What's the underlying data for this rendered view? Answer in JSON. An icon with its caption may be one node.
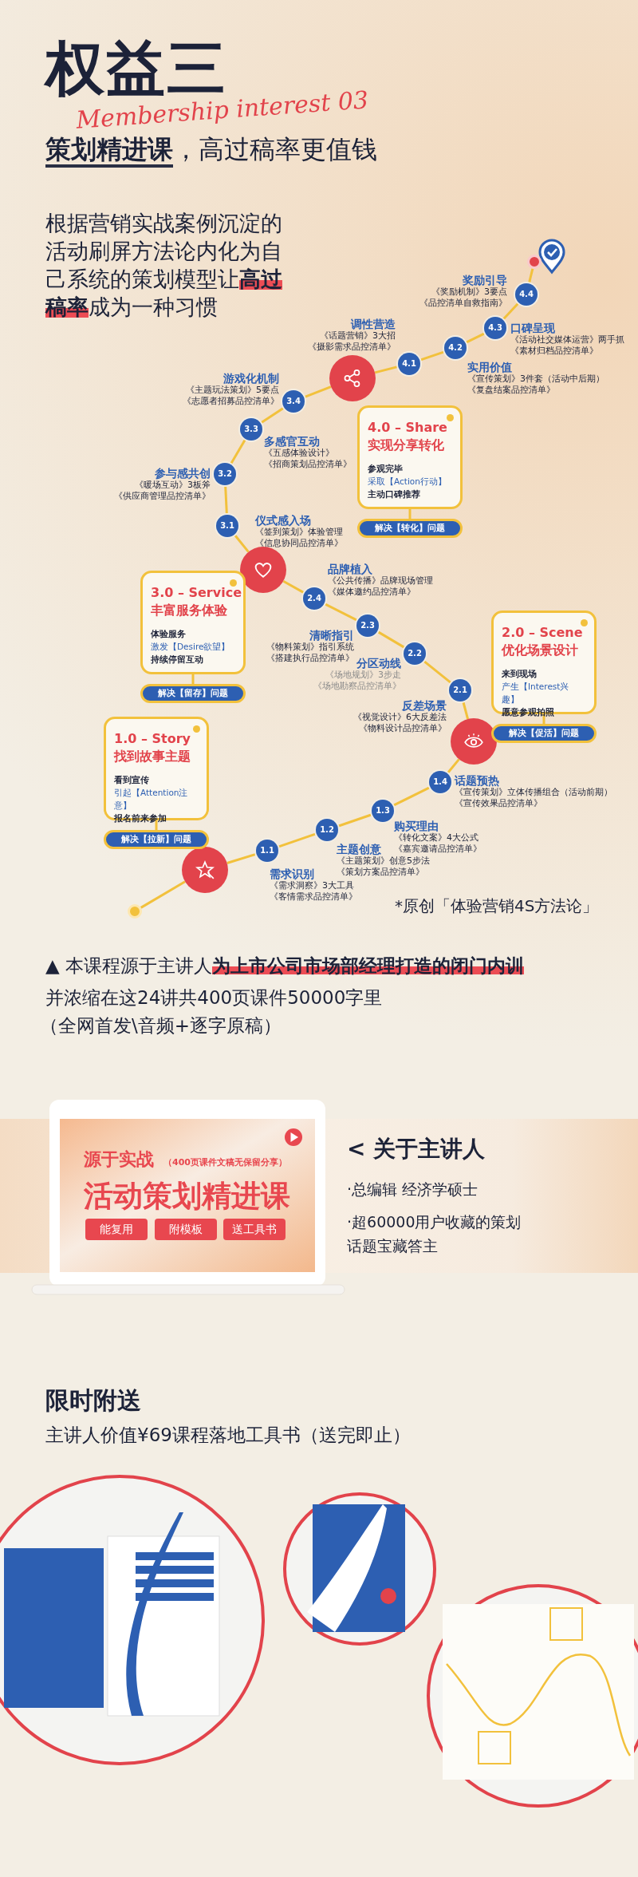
{
  "diagram": {
    "title": "权益三",
    "nodes": [
      {
        "text": [],
        "shape": "circle"
      },
      {
        "text": [],
        "shape": "circle"
      },
      {
        "text": [
          "1.1"
        ],
        "beside": [
          "需求识别",
          "《需求洞察》3大工具",
          "《客情需求品控清单》"
        ]
      },
      {
        "text": [
          "1.2"
        ],
        "beside": [
          "主题创意",
          "《主题策划》创意5步法",
          "《策划方案品控清单》"
        ]
      },
      {
        "text": [
          "1.3"
        ],
        "beside": [
          "购买理由",
          "《转化文案》4大公式",
          "《嘉宾邀请品控清单》"
        ]
      },
      {
        "text": [
          "1.4"
        ],
        "beside": [
          "话题预热",
          "《宣传策划》立体传播组合（活动前期）",
          "《宣传效果品控清单》"
        ]
      },
      {
        "text": [],
        "shape": "circle"
      },
      {
        "text": [
          "2.1"
        ],
        "beside": [
          "反差场景",
          "《视觉设计》6大反差法",
          "《物料设计品控清单》"
        ]
      },
      {
        "text": [
          "2.2"
        ],
        "beside": [
          "分区动线",
          "《场地规划》3步走",
          "《场地勘察品控清单》"
        ]
      },
      {
        "text": [
          "2.3"
        ],
        "beside": [
          "清晰指引",
          "《物料策划》指引系统",
          "《搭建执行品控清单》"
        ]
      },
      {
        "text": [
          "2.4"
        ],
        "beside": [
          "品牌植入",
          "《公共传播》品牌现场管理",
          "《媒体邀约品控清单》"
        ]
      },
      {
        "text": [],
        "shape": "circle"
      },
      {
        "text": [
          "3.1"
        ],
        "beside": [
          "仪式感入场",
          "《签到策划》体验管理",
          "《信息协同品控清单》"
        ]
      },
      {
        "text": [
          "3.2"
        ],
        "beside": [
          "参与感共创",
          "《暖场互动》3板斧",
          "《供应商管理品控清单》"
        ]
      },
      {
        "text": [
          "3.3"
        ],
        "beside": [
          "多感官互动",
          "《五感体验设计》",
          "《招商策划品控清单》"
        ]
      },
      {
        "text": [
          "3.4"
        ],
        "beside": [
          "游戏化机制",
          "《主题玩法策划》5要点",
          "《志愿者招募品控清单》"
        ]
      },
      {
        "text": [],
        "shape": "circle"
      },
      {
        "text": [
          "4.1"
        ],
        "beside": [
          "调性营造",
          "《话题营销》3大招",
          "《摄影需求品控清单》"
        ]
      },
      {
        "text": [
          "4.2"
        ],
        "beside": [
          "实用价值",
          "《宣传策划》3件套（活动中后期）",
          "《复盘结案品控清单》"
        ]
      },
      {
        "text": [
          "4.3"
        ],
        "beside": [
          "口碑呈现",
          "《活动社交媒体运营》两手抓",
          "《素材归档品控清单》"
        ]
      },
      {
        "text": [
          "4.4"
        ],
        "beside": [
          "奖励引导",
          "《奖励机制》3要点",
          "《品控清单自救指南》"
        ]
      },
      {
        "text": [],
        "shape": "circle"
      },
      {
        "text": [
          "1.0 – Story",
          "找到故事主题",
          "看到宣传",
          "引起【Attention注意】",
          "报名前来参加"
        ]
      },
      {
        "text": [
          "解决【拉新】问题"
        ]
      },
      {
        "text": [
          "2.0 – Scene",
          "优化场景设计",
          "来到现场",
          "产生【Interest兴趣】",
          "愿意参观拍照"
        ]
      },
      {
        "text": [
          "解决【促活】问题"
        ]
      },
      {
        "text": [
          "3.0 – Service",
          "丰富服务体验",
          "体验服务",
          "激发【Desire欲望】",
          "持续停留互动"
        ]
      },
      {
        "text": [
          "解决【留存】问题"
        ]
      },
      {
        "text": [
          "4.0 – Share",
          "实现分享转化",
          "参观完毕",
          "采取【Action行动】",
          "主动口碑推荐"
        ]
      },
      {
        "text": [
          "解决【转化】问题"
        ]
      }
    ],
    "edges": [
      {
        "from": 0,
        "to": 1,
        "arrow": "none"
      },
      {
        "from": 1,
        "to": 2,
        "arrow": "none"
      },
      {
        "from": 2,
        "to": 3,
        "arrow": "none"
      },
      {
        "from": 3,
        "to": 4,
        "arrow": "none"
      },
      {
        "from": 4,
        "to": 5,
        "arrow": "none"
      },
      {
        "from": 5,
        "to": 6,
        "arrow": "none"
      },
      {
        "from": 6,
        "to": 7,
        "arrow": "none"
      },
      {
        "from": 7,
        "to": 8,
        "arrow": "none"
      },
      {
        "from": 8,
        "to": 9,
        "arrow": "none"
      },
      {
        "from": 9,
        "to": 10,
        "arrow": "none"
      },
      {
        "from": 10,
        "to": 11,
        "arrow": "none"
      },
      {
        "from": 11,
        "to": 12,
        "arrow": "none"
      },
      {
        "from": 12,
        "to": 13,
        "arrow": "none"
      },
      {
        "from": 13,
        "to": 14,
        "arrow": "none"
      },
      {
        "from": 14,
        "to": 15,
        "arrow": "none"
      },
      {
        "from": 15,
        "to": 16,
        "arrow": "none"
      },
      {
        "from": 16,
        "to": 17,
        "arrow": "none"
      },
      {
        "from": 17,
        "to": 18,
        "arrow": "none"
      },
      {
        "from": 18,
        "to": 19,
        "arrow": "none"
      },
      {
        "from": 19,
        "to": 20,
        "arrow": "none"
      },
      {
        "from": 20,
        "to": 21,
        "arrow": "none"
      },
      {
        "from": 22,
        "to": 23,
        "arrow": "none"
      },
      {
        "from": 24,
        "to": 25,
        "arrow": "none"
      },
      {
        "from": 26,
        "to": 27,
        "arrow": "none"
      },
      {
        "from": 28,
        "to": 29,
        "arrow": "none"
      }
    ],
    "labels": [
      "Membership interest 03",
      "**策划精进课**，高过稿率更值钱",
      "根据营销实战案例沉淀的活动刷屏方法论内化为自己系统的策划模型让**高过稿率**成为一种习惯",
      "*原创「体验营销4S方法论」",
      "▲ 本课程源于主讲人**为上市公司市场部经理打造的闭门内训**并浓缩在这24讲共400页课件50000字里",
      "（全网首发\\音频+逐字原稿）",
      "源于实战",
      "（400页课件文稿无保留分享）",
      "活动策划精进课",
      "能复用",
      "附模板",
      "送工具书",
      "< 关于主讲人",
      "·总编辑 经济学硕士",
      "·超60000用户收藏的策划话题宝藏答主",
      "限时附送",
      "主讲人价值¥69课程落地工具书（送完即止）"
    ]
  }
}
